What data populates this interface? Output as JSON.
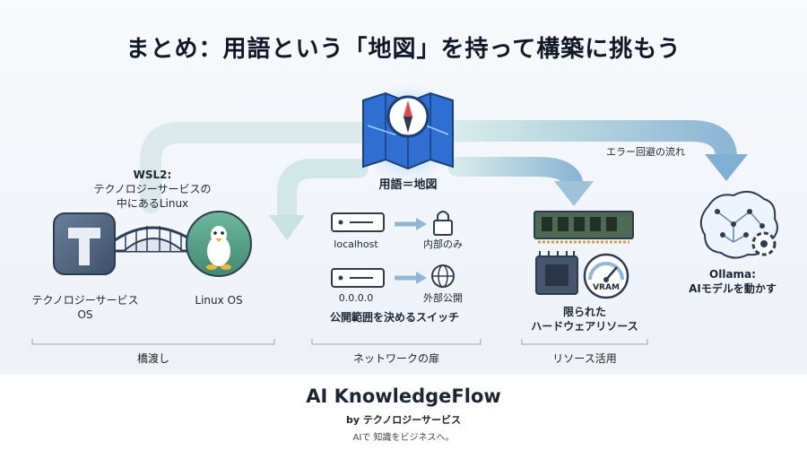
{
  "title": "まとめ：用語という「地図」を持って構築に挑もう",
  "map": {
    "label": "用語＝地図"
  },
  "bridge": {
    "heading": "WSL2:",
    "subheading_1": "テクノロジーサービスの",
    "subheading_2": "中にあるLinux",
    "left_label_1": "テクノロジーサービス",
    "left_label_2": "OS",
    "right_label": "Linux OS",
    "section": "橋渡し"
  },
  "network": {
    "localhost": "localhost",
    "localhost_result": "内部のみ",
    "any": "0.0.0.0",
    "any_result": "外部公開",
    "caption": "公開範囲を決めるスイッチ",
    "section": "ネットワークの扉"
  },
  "resources": {
    "gauge_label": "VRAM",
    "caption_1": "限られた",
    "caption_2": "ハードウェアリソース",
    "section": "リソース活用"
  },
  "ollama": {
    "flow_label": "エラー回避の流れ",
    "caption_1": "Ollama:",
    "caption_2": "AIモデルを動かす"
  },
  "footer": {
    "brand": "AI KnowledgeFlow",
    "by": "by テクノロジーサービス",
    "tagline": "AIで 知識をビジネスへ。"
  },
  "colors": {
    "arrow_light": "#cfe7e6",
    "arrow_blue": "#8fb8d6",
    "glow": "#3b82f6",
    "dark_tile": "#4b5f7a",
    "tux_green": "#5aa58c",
    "text": "#1c2533"
  }
}
